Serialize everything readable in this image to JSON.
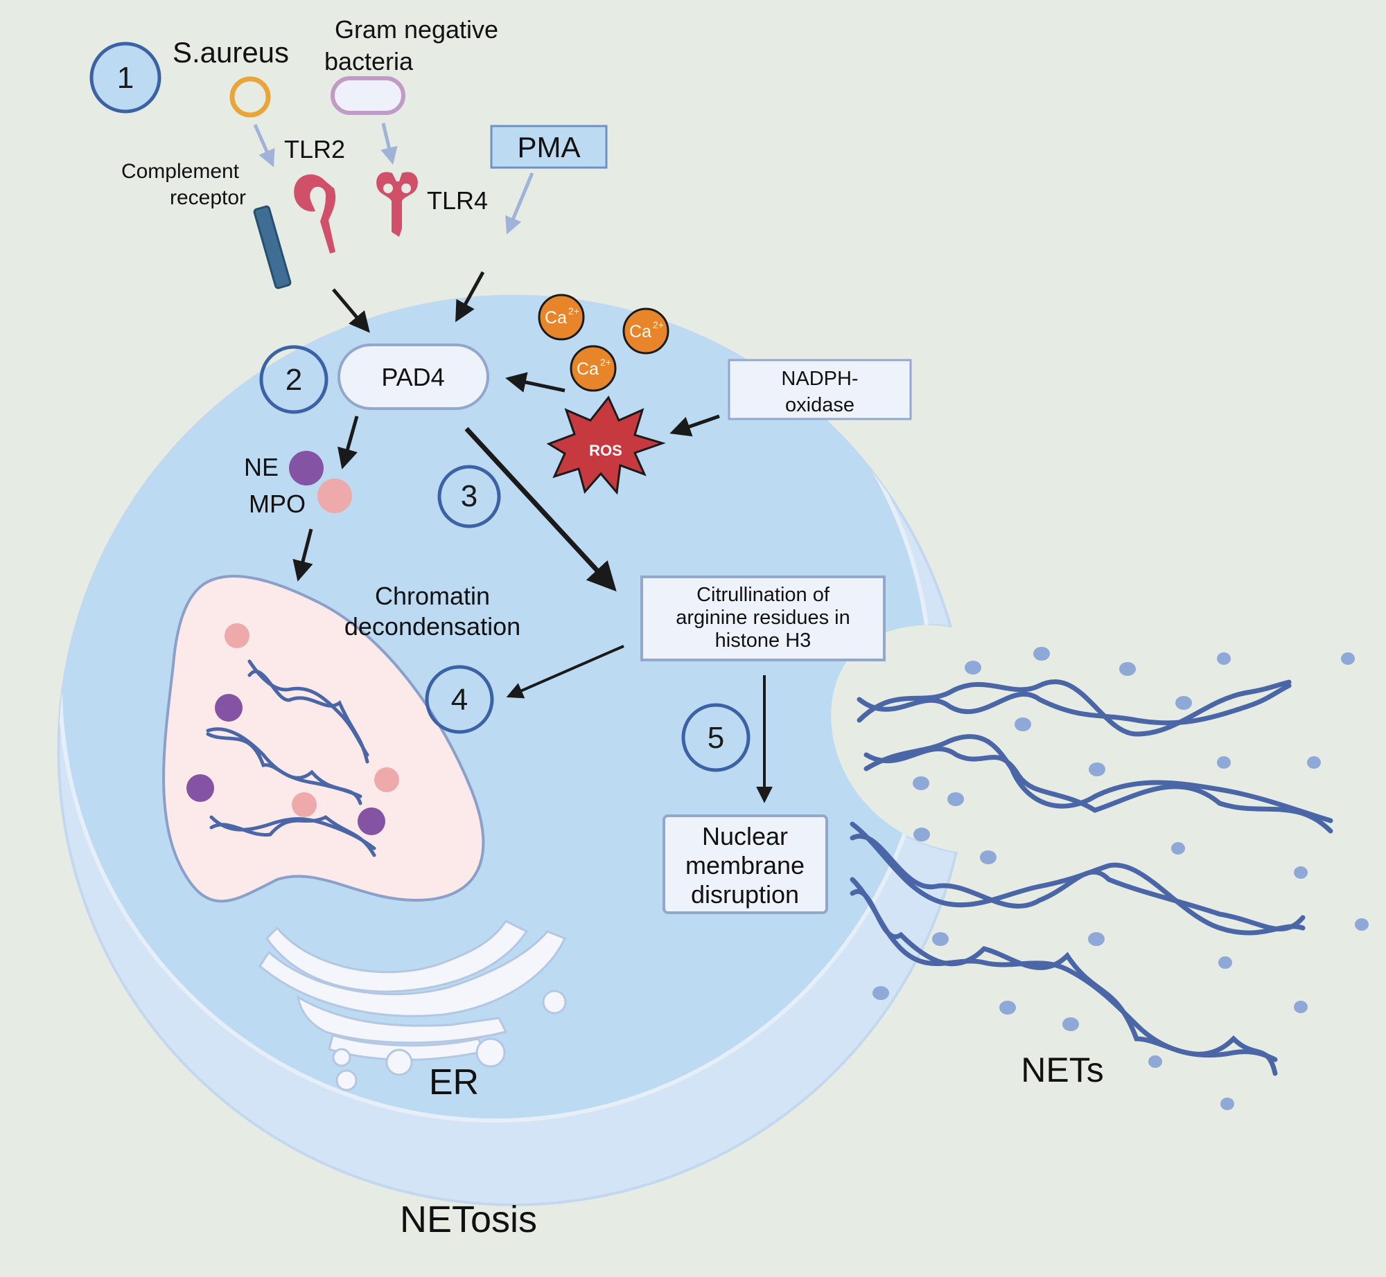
{
  "title": "NETosis",
  "steps": [
    "1",
    "2",
    "3",
    "4",
    "5"
  ],
  "stimuli": {
    "s_aureus": "S.aureus",
    "gram_negative_line1": "Gram negative",
    "gram_negative_line2": "bacteria",
    "pma": "PMA"
  },
  "receptors": {
    "complement_line1": "Complement",
    "complement_line2": "receptor",
    "tlr2": "TLR2",
    "tlr4": "TLR4"
  },
  "cell": {
    "pad4": "PAD4",
    "calcium": "Ca",
    "calcium_charge": "2+",
    "ros": "ROS",
    "nadph_line1": "NADPH-",
    "nadph_line2": "oxidase",
    "ne": "NE",
    "mpo": "MPO",
    "chromatin_line1": "Chromatin",
    "chromatin_line2": "decondensation",
    "citrullination_line1": "Citrullination of",
    "citrullination_line2": "arginine residues in",
    "citrullination_line3": "histone H3",
    "nuclear_line1": "Nuclear",
    "nuclear_line2": "membrane",
    "nuclear_line3": "disruption",
    "er": "ER"
  },
  "nets": "NETs",
  "colors": {
    "background": "#e6ebe4",
    "cytoplasm": "#b9d9f2",
    "membrane": "#d2e4f6",
    "circle_stroke": "#3c62a6",
    "nucleus": "#fce9ea",
    "dna": "#4060a0",
    "ne_purple": "#8453a4",
    "mpo_pink": "#eeaaaa",
    "calcium_orange": "#e8852a",
    "ros_red": "#c63a3f",
    "receptor_red": "#d0506a",
    "complement_blue": "#3f6d93"
  }
}
